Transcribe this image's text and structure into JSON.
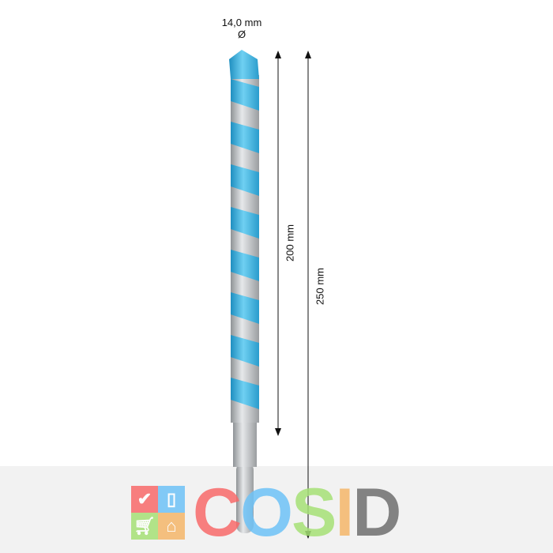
{
  "diameter": {
    "value": "14,0 mm",
    "symbol": "Ø"
  },
  "dimensions": {
    "working_length": "200 mm",
    "total_length": "250 mm"
  },
  "watermark": {
    "text": "COSID",
    "letters": [
      {
        "char": "C",
        "color": "#f86a6a"
      },
      {
        "char": "O",
        "color": "#6ec3f7"
      },
      {
        "char": "S",
        "color": "#a6e176"
      },
      {
        "char": "I",
        "color": "#f5b76a"
      },
      {
        "char": "D",
        "color": "#6f6f6f"
      }
    ],
    "tiles": [
      {
        "icon": "check-icon",
        "color": "#f86a6a"
      },
      {
        "icon": "mouse-icon",
        "color": "#6ec3f7"
      },
      {
        "icon": "cart-icon",
        "color": "#a6e176"
      },
      {
        "icon": "house-icon",
        "color": "#f5b76a"
      }
    ]
  },
  "colors": {
    "drill_blue": "#3aaed8",
    "steel": "#b9bcbf",
    "arrow": "#111111"
  }
}
